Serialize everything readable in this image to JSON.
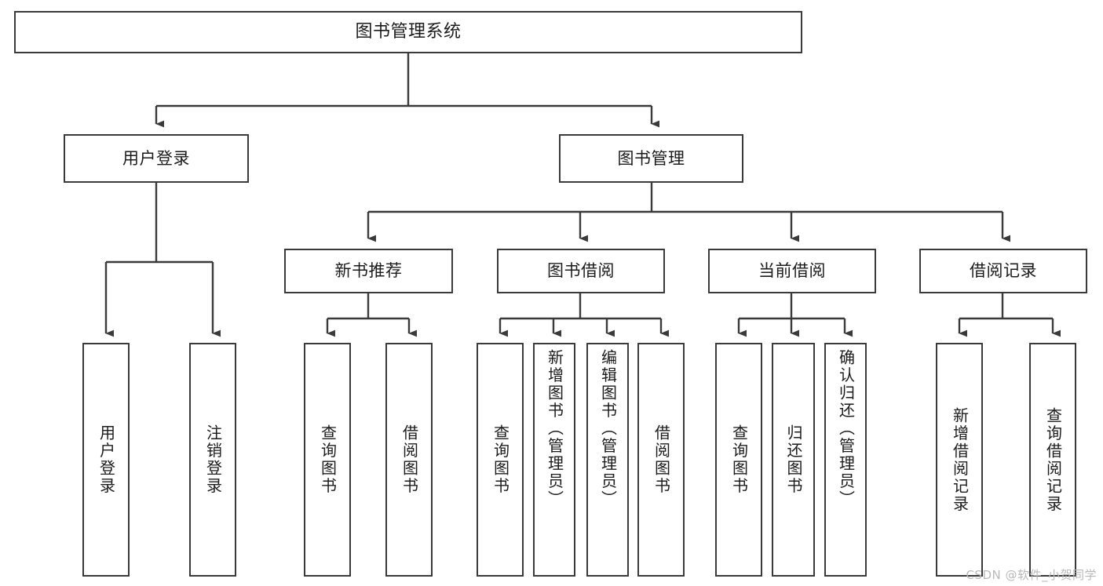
{
  "diagram": {
    "title": "图书管理系统",
    "type": "tree-hierarchy",
    "watermark": "CSDN @软件_小贺同学",
    "colors": {
      "box_border": "#3a3a3a",
      "box_fill": "#ffffff",
      "connector": "#3a3a3a",
      "text": "#1b1b1b",
      "watermark": "#b9b9b9"
    },
    "nodes": {
      "root": {
        "label": "图书管理系统"
      },
      "level2": [
        {
          "id": "user-login",
          "label": "用户登录"
        },
        {
          "id": "book-manage",
          "label": "图书管理"
        }
      ],
      "level3": [
        {
          "id": "new-book-recommend",
          "label": "新书推荐"
        },
        {
          "id": "book-borrow",
          "label": "图书借阅"
        },
        {
          "id": "current-borrow",
          "label": "当前借阅"
        },
        {
          "id": "borrow-record",
          "label": "借阅记录"
        }
      ],
      "leaves": {
        "user_login": [
          {
            "id": "leaf-user-login",
            "label": "用户登录"
          },
          {
            "id": "leaf-logout",
            "label": "注销登录"
          }
        ],
        "new_book_recommend": [
          {
            "id": "leaf-query-book-1",
            "label": "查询图书"
          },
          {
            "id": "leaf-borrow-book-1",
            "label": "借阅图书"
          }
        ],
        "book_borrow": [
          {
            "id": "leaf-query-book-2",
            "label": "查询图书"
          },
          {
            "id": "leaf-add-book",
            "label": "新增图书（管理员）"
          },
          {
            "id": "leaf-edit-book",
            "label": "编辑图书（管理员）"
          },
          {
            "id": "leaf-borrow-book-2",
            "label": "借阅图书"
          }
        ],
        "current_borrow": [
          {
            "id": "leaf-query-book-3",
            "label": "查询图书"
          },
          {
            "id": "leaf-return-book",
            "label": "归还图书"
          },
          {
            "id": "leaf-confirm-return",
            "label": "确认归还（管理员）"
          }
        ],
        "borrow_record": [
          {
            "id": "leaf-add-record",
            "label": "新增借阅记录"
          },
          {
            "id": "leaf-query-record",
            "label": "查询借阅记录"
          }
        ]
      }
    }
  }
}
